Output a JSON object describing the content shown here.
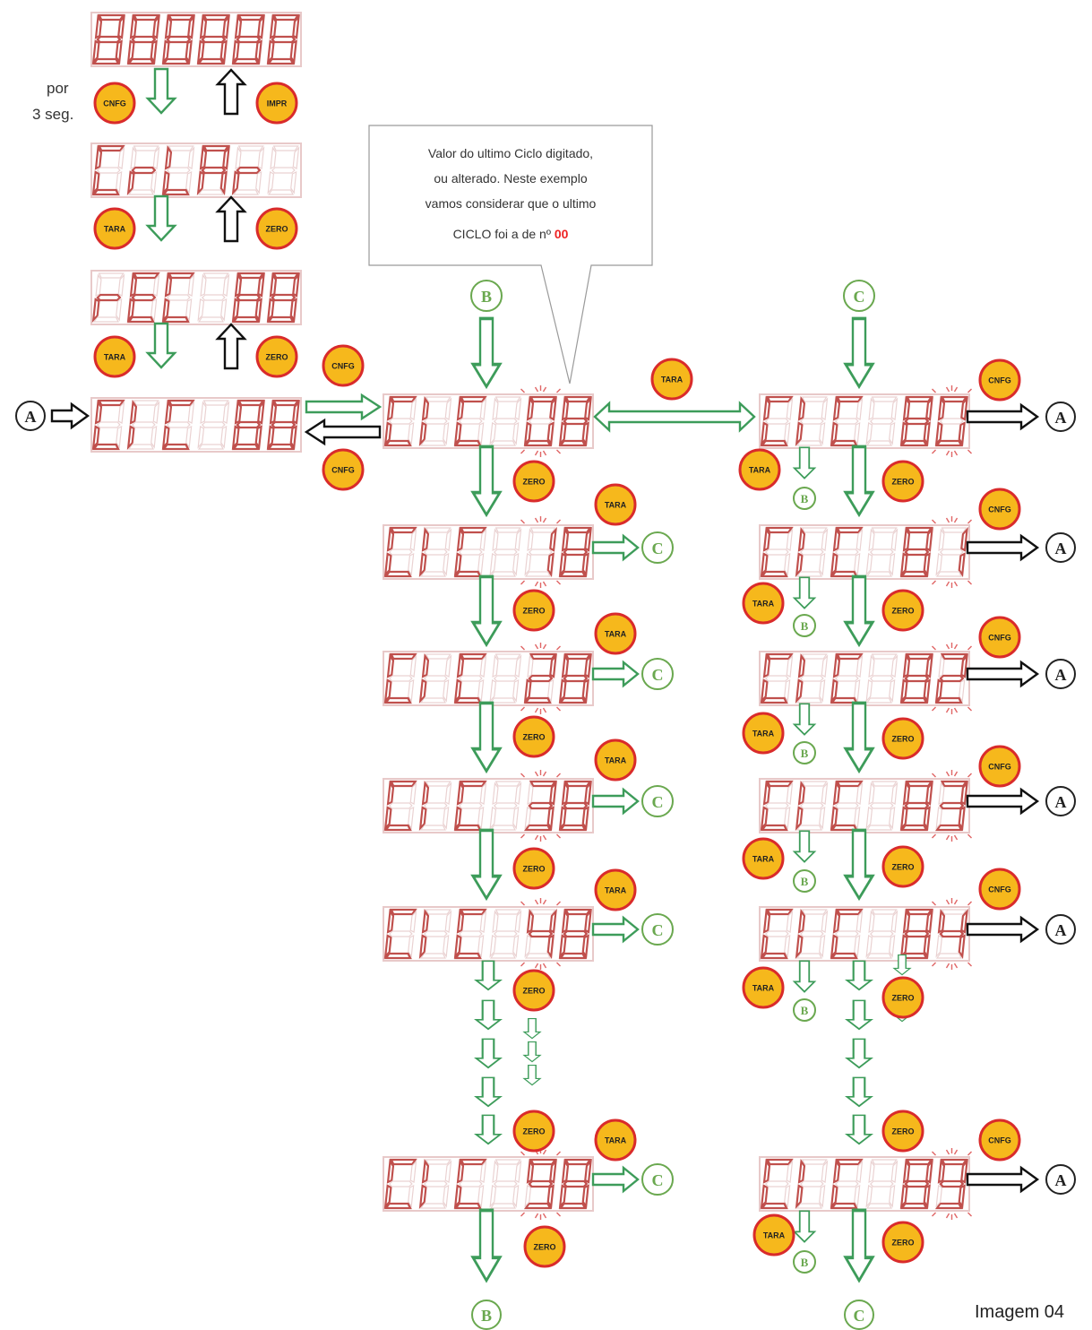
{
  "caption": "Imagem 04",
  "hold_note": {
    "line1": "por",
    "line2": "3 seg."
  },
  "callout": {
    "line1": "Valor do ultimo Ciclo digitado,",
    "line2": "ou alterado. Neste exemplo",
    "line3": "vamos considerar que o ultimo",
    "line4_prefix": "CICLO foi a de nº ",
    "line4_value": "00"
  },
  "buttons": {
    "cnfg": "CNFG",
    "impr": "IMPR",
    "tara": "TARA",
    "zero": "ZERO"
  },
  "connectors": {
    "a": "A",
    "b": "B",
    "c": "C"
  },
  "displays": {
    "all_segments": "888888",
    "menu_clear": "CrLAr ",
    "menu_rec": "rEC 88",
    "menu_cycle": "CIC 88",
    "tens_0": "CIC 08",
    "tens_1": "CIC 18",
    "tens_2": "CIC 28",
    "tens_3": "CIC 38",
    "tens_4": "CIC 48",
    "tens_9": "CIC 98",
    "units_0": "CIC 80",
    "units_1": "CIC 81",
    "units_2": "CIC 82",
    "units_3": "CIC 83",
    "units_4": "CIC 84",
    "units_9": "CIC 89"
  },
  "colors": {
    "segment_lit": "#c0504d",
    "segment_unlit": "#ead2d2",
    "button_fill": "#f6b81c",
    "button_ring": "#d92b2b",
    "flow_arrow": "#3d9c5a",
    "return_arrow": "#111111",
    "connector_green": "#6aa84f",
    "highlight": "#ee2222"
  }
}
